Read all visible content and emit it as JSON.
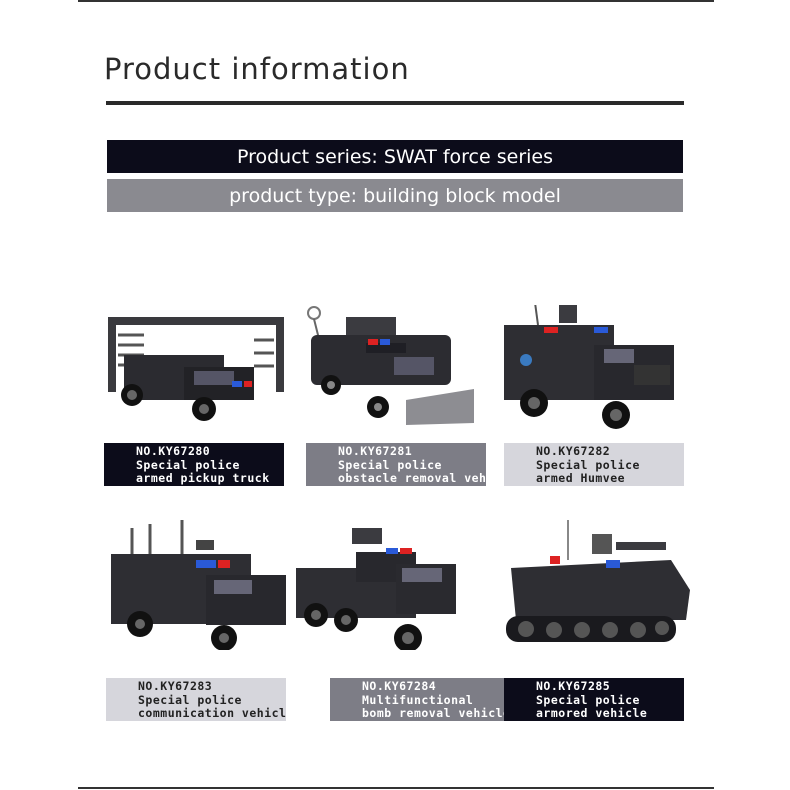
{
  "header": {
    "title": "Product information"
  },
  "bars": {
    "series": "Product series: SWAT force series",
    "type": "product type: building block model"
  },
  "products": [
    {
      "no": "NO.KY67280",
      "line1": "Special police",
      "line2": "armed pickup truck",
      "image": "pickup-truck-vehicle-icon"
    },
    {
      "no": "NO.KY67281",
      "line1": "Special police",
      "line2": "obstacle removal vehicle",
      "image": "obstacle-removal-vehicle-icon"
    },
    {
      "no": "NO.KY67282",
      "line1": "Special police",
      "line2": "armed Humvee",
      "image": "humvee-vehicle-icon"
    },
    {
      "no": "NO.KY67283",
      "line1": "Special police",
      "line2": "communication vehicle",
      "image": "communication-vehicle-icon"
    },
    {
      "no": "NO.KY67284",
      "line1": "Multifunctional",
      "line2": "bomb removal vehicle",
      "image": "bomb-removal-vehicle-icon"
    },
    {
      "no": "NO.KY67285",
      "line1": "Special police",
      "line2": "armored vehicle",
      "image": "armored-tank-vehicle-icon"
    }
  ],
  "colors": {
    "dark": "#0c0c1a",
    "mid": "#7d7d86",
    "light": "#d6d6dc"
  }
}
